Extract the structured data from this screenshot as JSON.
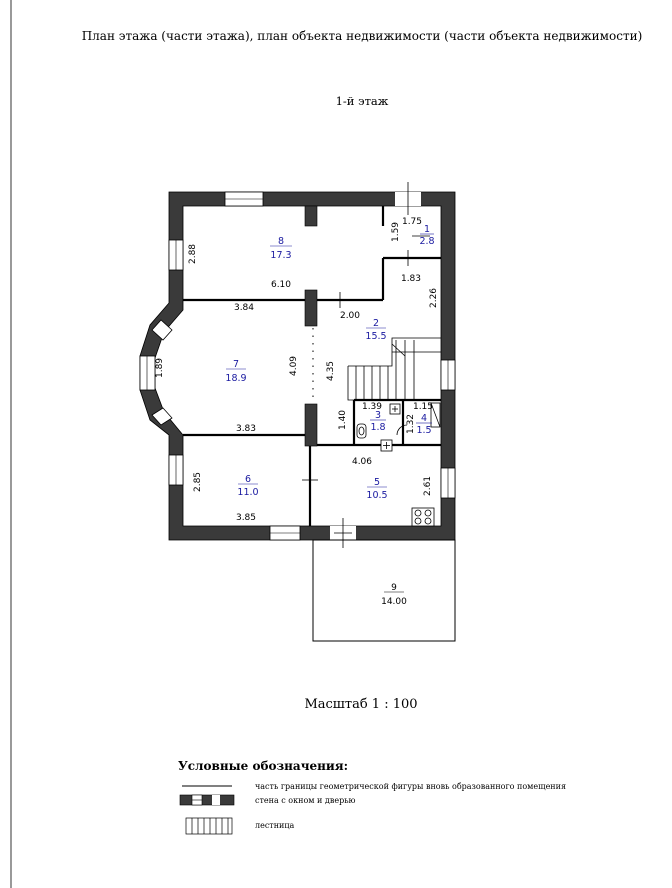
{
  "header": {
    "title": "План этажа (части этажа), план объекта недвижимости (части объекта недвижимости)",
    "floor": "1-й этаж"
  },
  "rooms": [
    {
      "num": "1",
      "area": "2.8"
    },
    {
      "num": "2",
      "area": "15.5"
    },
    {
      "num": "3",
      "area": "1.8"
    },
    {
      "num": "4",
      "area": "1.5"
    },
    {
      "num": "5",
      "area": "10.5"
    },
    {
      "num": "6",
      "area": "11.0"
    },
    {
      "num": "7",
      "area": "18.9"
    },
    {
      "num": "8",
      "area": "17.3"
    },
    {
      "num": "9",
      "area": "14.00"
    }
  ],
  "dimensions": {
    "d175": "1.75",
    "d159": "1.59",
    "d183": "1.83",
    "d226": "2.26",
    "d288": "2.88",
    "d610": "6.10",
    "d384": "3.84",
    "d200": "2.00",
    "d189": "1.89",
    "d409": "4.09",
    "d435": "4.35",
    "d140": "1.40",
    "d139": "1.39",
    "d132": "1.32",
    "d115": "1.15",
    "d383": "3.83",
    "d406": "4.06",
    "d261": "2.61",
    "d285": "2.85",
    "d385": "3.85"
  },
  "scale": "Масштаб  1 : 100",
  "legend": {
    "title": "Условные обозначения:",
    "items": [
      "часть границы геометрической фигуры вновь образованного помещения",
      "стена с окном и дверью",
      "лестница"
    ]
  }
}
